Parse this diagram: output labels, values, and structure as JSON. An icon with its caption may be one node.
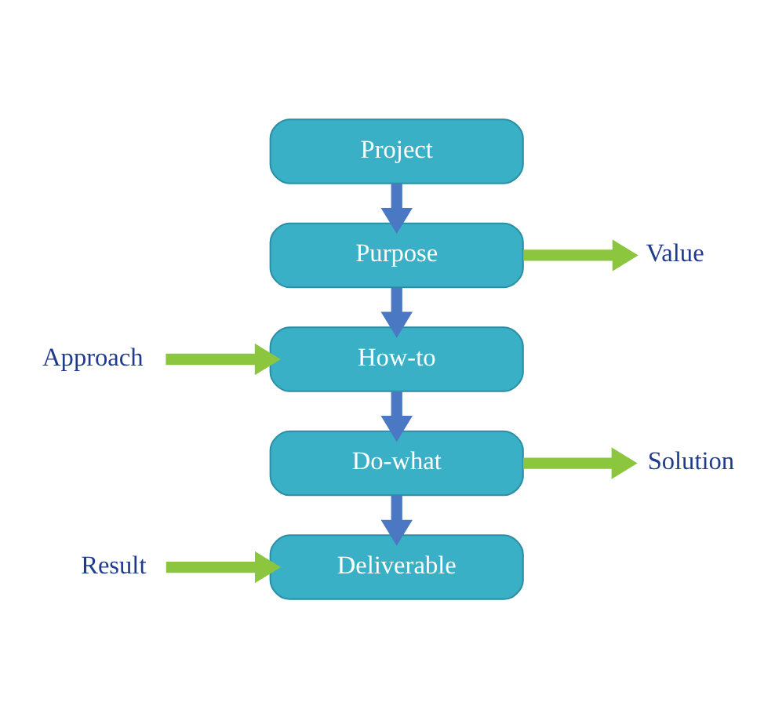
{
  "diagram": {
    "nodes": [
      {
        "text": [
          "Project"
        ]
      },
      {
        "text": [
          "Purpose"
        ]
      },
      {
        "text": [
          "How-to"
        ]
      },
      {
        "text": [
          "Do-what"
        ]
      },
      {
        "text": [
          "Deliverable"
        ]
      },
      {
        "text": [
          "Value"
        ]
      },
      {
        "text": [
          "Approach"
        ]
      },
      {
        "text": [
          "Solution"
        ]
      },
      {
        "text": [
          "Result"
        ]
      }
    ],
    "edges": [
      {
        "from": 0,
        "to": 1,
        "arrow": "to",
        "color": "#4a78c2"
      },
      {
        "from": 1,
        "to": 2,
        "arrow": "to",
        "color": "#4a78c2"
      },
      {
        "from": 2,
        "to": 3,
        "arrow": "to",
        "color": "#4a78c2"
      },
      {
        "from": 3,
        "to": 4,
        "arrow": "to",
        "color": "#4a78c2"
      },
      {
        "from": 1,
        "to": 5,
        "arrow": "to",
        "color": "#8cc63f"
      },
      {
        "from": 6,
        "to": 2,
        "arrow": "to",
        "color": "#8cc63f"
      },
      {
        "from": 3,
        "to": 7,
        "arrow": "to",
        "color": "#8cc63f"
      },
      {
        "from": 8,
        "to": 4,
        "arrow": "to",
        "color": "#8cc63f"
      }
    ]
  }
}
